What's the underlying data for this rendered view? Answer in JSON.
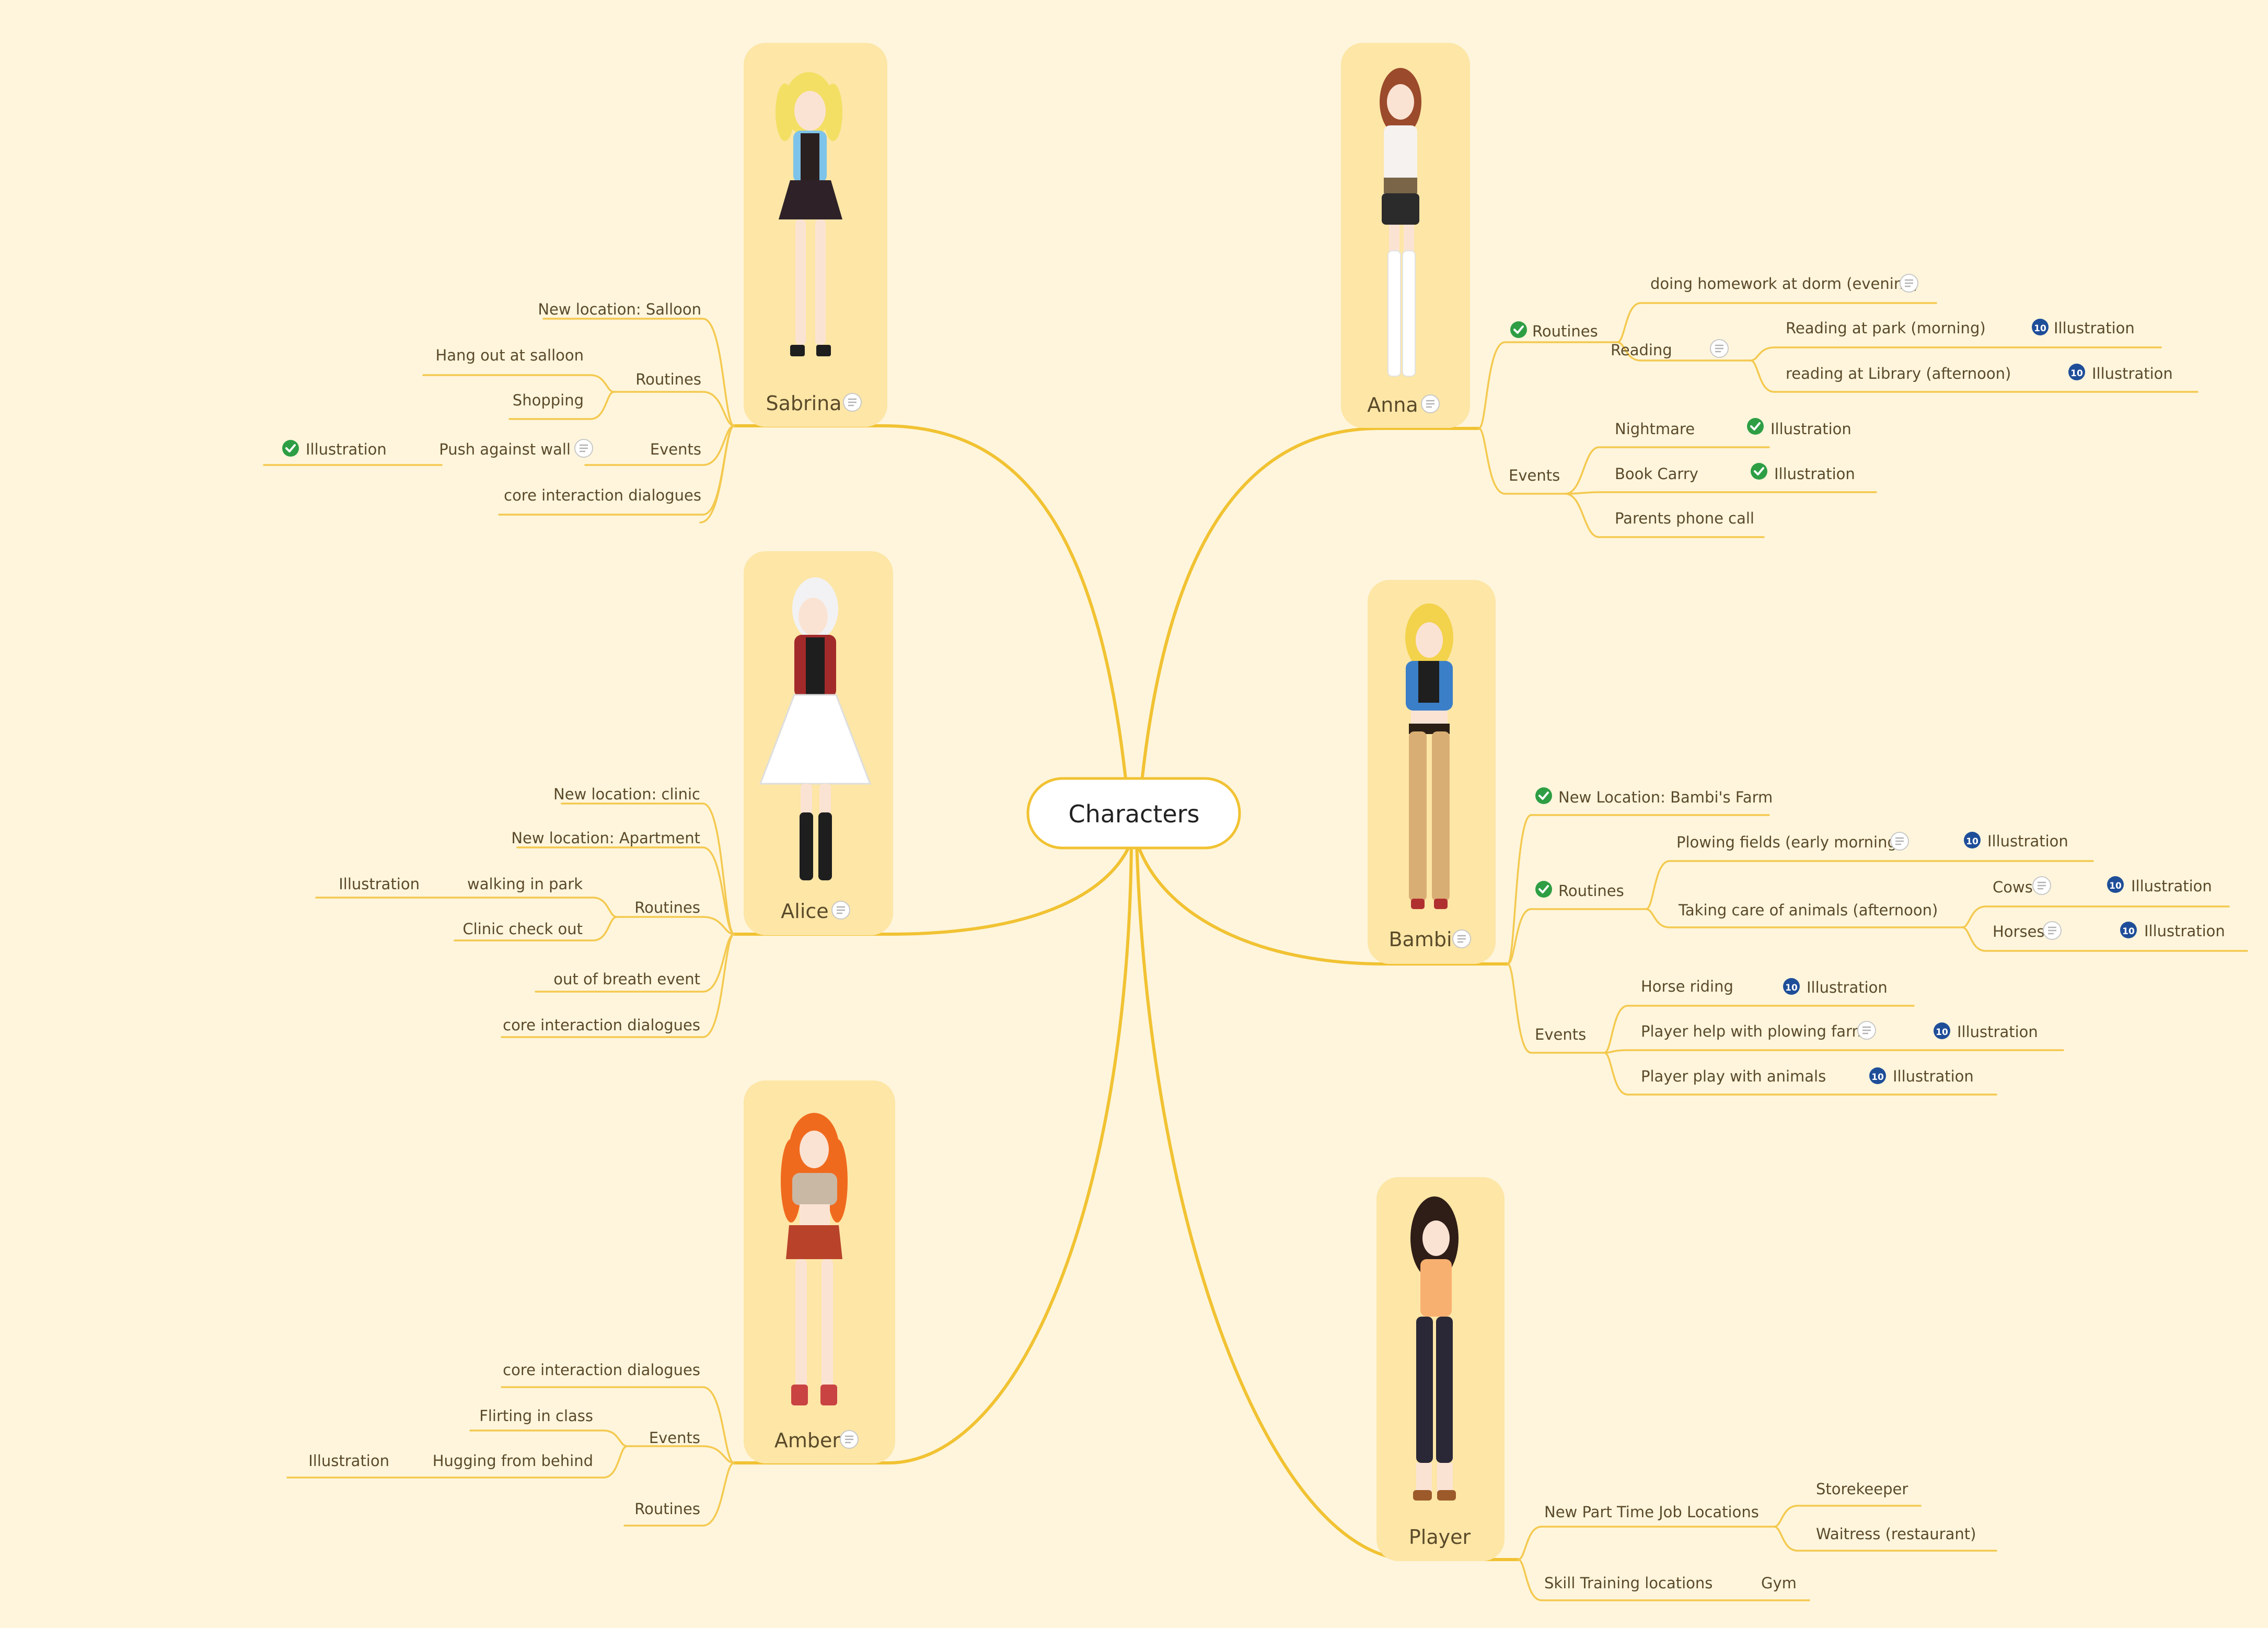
{
  "central": {
    "title": "Characters"
  },
  "characters": {
    "sabrina": {
      "name": "Sabrina",
      "new_location": "New location: Salloon",
      "routines_label": "Routines",
      "routines": [
        "Hang out at salloon",
        "Shopping"
      ],
      "events_label": "Events",
      "event": "Push against wall",
      "event_tag": "Illustration",
      "dialogues": "core interaction dialogues"
    },
    "alice": {
      "name": "Alice",
      "new_location_1": "New location: clinic",
      "new_location_2": "New location: Apartment",
      "routines_label": "Routines",
      "routines": [
        "walking in park",
        "Clinic check out"
      ],
      "routine_tag": "Illustration",
      "event": "out of breath event",
      "dialogues": "core interaction dialogues"
    },
    "amber": {
      "name": "Amber",
      "dialogues": "core interaction dialogues",
      "events_label": "Events",
      "events": [
        "Flirting in class",
        "Hugging from behind"
      ],
      "event_tag": "Illustration",
      "routines_label": "Routines"
    },
    "anna": {
      "name": "Anna",
      "routines_label": "Routines",
      "homework": "doing homework at dorm (evening)",
      "reading_label": "Reading",
      "reading": [
        "Reading at park (morning)",
        "reading at Library (afternoon)"
      ],
      "events_label": "Events",
      "events": [
        "Nightmare",
        "Book Carry",
        "Parents phone call"
      ],
      "tag": "Illustration",
      "priority": "10"
    },
    "bambi": {
      "name": "Bambi",
      "new_location": "New Location: Bambi's Farm",
      "routines_label": "Routines",
      "plowing": "Plowing fields (early morning)",
      "animals": "Taking care of animals (afternoon)",
      "animal_items": [
        "Cows",
        "Horses"
      ],
      "events_label": "Events",
      "events": [
        "Horse riding",
        "Player help with plowing farm",
        "Player play with animals"
      ],
      "tag": "Illustration",
      "priority": "10"
    },
    "player": {
      "name": "Player",
      "jobs_label": "New Part Time Job Locations",
      "jobs": [
        "Storekeeper",
        "Waitress (restaurant)"
      ],
      "training_label": "Skill Training locations",
      "training": "Gym"
    }
  },
  "colors": {
    "background": "#fef5dc",
    "card": "#fde6a6",
    "branch": "#f1c232",
    "done_badge": "#2e9e44",
    "priority_badge": "#1f4e99"
  },
  "icons": [
    "note-icon",
    "check-icon",
    "priority-10-icon"
  ]
}
